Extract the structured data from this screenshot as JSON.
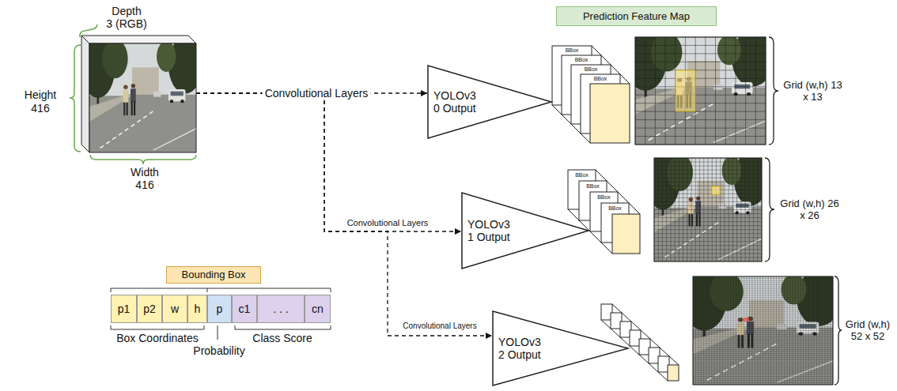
{
  "diagram": {
    "nodes": [
      {
        "text": [
          "Depth",
          "3 (RGB)",
          "Height",
          "416",
          "Width",
          "416"
        ]
      },
      {
        "text": [
          "Prediction Feature Map"
        ]
      },
      {
        "text": [
          "YOLOv3 0 Output"
        ]
      },
      {
        "text": [
          "YOLOv3 1 Output"
        ]
      },
      {
        "text": [
          "YOLOv3 2 Output"
        ]
      },
      {
        "text": [
          "Bounding Box"
        ]
      },
      {
        "text": [
          "p1"
        ]
      },
      {
        "text": [
          "p2"
        ]
      },
      {
        "text": [
          "w"
        ]
      },
      {
        "text": [
          "h"
        ]
      },
      {
        "text": [
          "p"
        ]
      },
      {
        "text": [
          "c1"
        ]
      },
      {
        "text": [
          ". . ."
        ]
      },
      {
        "text": [
          "cn"
        ]
      }
    ],
    "edges": [
      {
        "from": 0,
        "to": 2,
        "arrow": "to",
        "label": "Convolutional Layers"
      },
      {
        "from": 0,
        "to": 3,
        "arrow": "to",
        "label": "Convolutional Layers"
      },
      {
        "from": 0,
        "to": 4,
        "arrow": "to",
        "label": "Convolutional Layers"
      }
    ],
    "labels": [
      "BBox",
      "BBox",
      "BBox",
      "BBox",
      "Grid (w,h) 13 x 13",
      "BBox",
      "BBox",
      "BBox",
      "BBox",
      "Grid (w,h) 26 x 26",
      "Grid (w,h) 52 x 52",
      "Box Coordinates",
      "Probability",
      "Class Score"
    ]
  }
}
